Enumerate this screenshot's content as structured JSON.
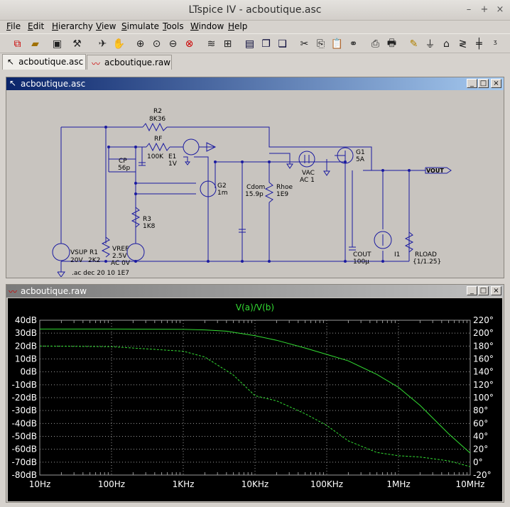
{
  "app": {
    "title": "LTspice IV - acboutique.asc"
  },
  "menu": [
    {
      "label": "File",
      "u": "F"
    },
    {
      "label": "Edit",
      "u": "E"
    },
    {
      "label": "Hierarchy",
      "u": "H"
    },
    {
      "label": "View",
      "u": "V"
    },
    {
      "label": "Simulate",
      "u": "S"
    },
    {
      "label": "Tools",
      "u": "T"
    },
    {
      "label": "Window",
      "u": "W"
    },
    {
      "label": "Help",
      "u": "H"
    }
  ],
  "tabs": [
    {
      "label": "acboutique.asc"
    },
    {
      "label": "acboutique.raw"
    }
  ],
  "schematic_window": {
    "title": "acboutique.asc"
  },
  "plot_window": {
    "title": "acboutique.raw"
  },
  "schematic": {
    "labels": {
      "r2": "R2",
      "r2v": "8K36",
      "rf": "RF",
      "rfv": "100K",
      "e1": "E1",
      "e1v": "1V",
      "cp": "CP",
      "cpv": "56p",
      "g1": "G1",
      "g1v": "5A",
      "g2": "G2",
      "g2v": "1m",
      "vac": "VAC",
      "vacv": "AC 1",
      "cdom": "Cdom",
      "cdomv": "15.9p",
      "rhoe": "Rhoe",
      "rhoev": "1E9",
      "r3": "R3",
      "r3v": "1K8",
      "vsup": "VSUP",
      "vsupv": "20V",
      "r1": "R1",
      "r1v": "2K2",
      "vref": "VREF",
      "vrefv1": "2.5V",
      "vrefv2": "AC 0V",
      "cout": "COUT",
      "coutv": "100µ",
      "i1": "I1",
      "rload": "RLOAD",
      "rloadv": "{1/1.25}",
      "vout": "VOUT",
      "directive": ".ac dec 20 10 1E7"
    }
  },
  "chart_data": {
    "type": "line",
    "title": "V(a)/V(b)",
    "x_scale": "log",
    "x_ticks": [
      "10Hz",
      "100Hz",
      "1KHz",
      "10KHz",
      "100KHz",
      "1MHz",
      "10MHz"
    ],
    "x_tick_values": [
      10,
      100,
      1000,
      10000,
      100000,
      1000000,
      10000000
    ],
    "y_ticks": [
      "40dB",
      "30dB",
      "20dB",
      "10dB",
      "0dB",
      "-10dB",
      "-20dB",
      "-30dB",
      "-40dB",
      "-50dB",
      "-60dB",
      "-70dB",
      "-80dB"
    ],
    "y2_ticks": [
      "220°",
      "200°",
      "180°",
      "160°",
      "140°",
      "120°",
      "100°",
      "80°",
      "60°",
      "40°",
      "20°",
      "0°",
      "-20°"
    ],
    "ylim": [
      -80,
      40
    ],
    "y2lim": [
      -20,
      220
    ],
    "grid": true,
    "colors": {
      "background": "#000000",
      "trace": "#33dd33",
      "grid": "#9a9a9a",
      "axis_text": "#ffffff"
    },
    "series": [
      {
        "kind": "magnitude",
        "x": [
          10,
          100,
          1000,
          2000,
          4000,
          10000,
          20000,
          50000,
          100000,
          200000,
          500000,
          1000000,
          2000000,
          5000000,
          10000000
        ],
        "values": [
          33.2,
          33.2,
          33,
          32.5,
          31.5,
          28,
          24.5,
          18.5,
          13.5,
          8.5,
          -2,
          -12,
          -26,
          -48,
          -63
        ]
      },
      {
        "kind": "phase",
        "x": [
          10,
          100,
          1000,
          2000,
          5000,
          10000,
          20000,
          50000,
          100000,
          200000,
          500000,
          1000000,
          2000000,
          5000000,
          10000000
        ],
        "values": [
          180,
          179,
          172,
          163,
          135,
          103,
          95,
          75,
          57,
          33,
          15,
          10,
          8,
          2,
          -7
        ]
      }
    ]
  }
}
